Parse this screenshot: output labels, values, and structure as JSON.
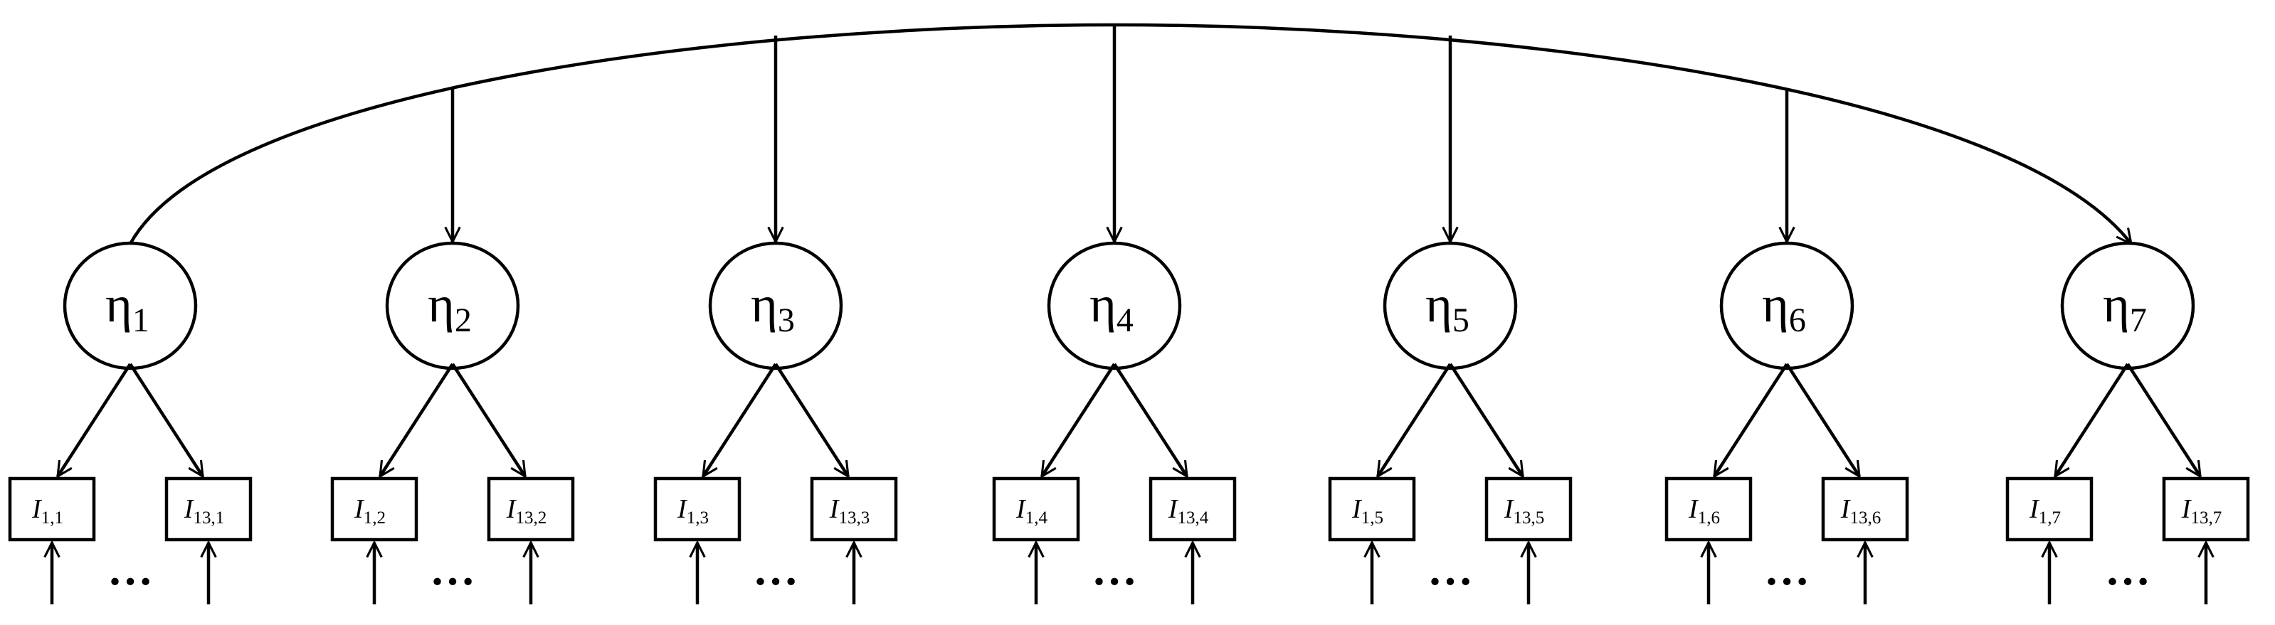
{
  "factors": [
    {
      "symbol": "η",
      "sub": "1",
      "indicators": [
        {
          "letter": "I",
          "sub": "1,1"
        },
        {
          "letter": "I",
          "sub": "13,1"
        }
      ],
      "ellipsis": "…"
    },
    {
      "symbol": "η",
      "sub": "2",
      "indicators": [
        {
          "letter": "I",
          "sub": "1,2"
        },
        {
          "letter": "I",
          "sub": "13,2"
        }
      ],
      "ellipsis": "…"
    },
    {
      "symbol": "η",
      "sub": "3",
      "indicators": [
        {
          "letter": "I",
          "sub": "1,3"
        },
        {
          "letter": "I",
          "sub": "13,3"
        }
      ],
      "ellipsis": "…"
    },
    {
      "symbol": "η",
      "sub": "4",
      "indicators": [
        {
          "letter": "I",
          "sub": "1,4"
        },
        {
          "letter": "I",
          "sub": "13,4"
        }
      ],
      "ellipsis": "…"
    },
    {
      "symbol": "η",
      "sub": "5",
      "indicators": [
        {
          "letter": "I",
          "sub": "1,5"
        },
        {
          "letter": "I",
          "sub": "13,5"
        }
      ],
      "ellipsis": "…"
    },
    {
      "symbol": "η",
      "sub": "6",
      "indicators": [
        {
          "letter": "I",
          "sub": "1,6"
        },
        {
          "letter": "I",
          "sub": "13,6"
        }
      ],
      "ellipsis": "…"
    },
    {
      "symbol": "η",
      "sub": "7",
      "indicators": [
        {
          "letter": "I",
          "sub": "1,7"
        },
        {
          "letter": "I",
          "sub": "13,7"
        }
      ],
      "ellipsis": "…"
    }
  ]
}
